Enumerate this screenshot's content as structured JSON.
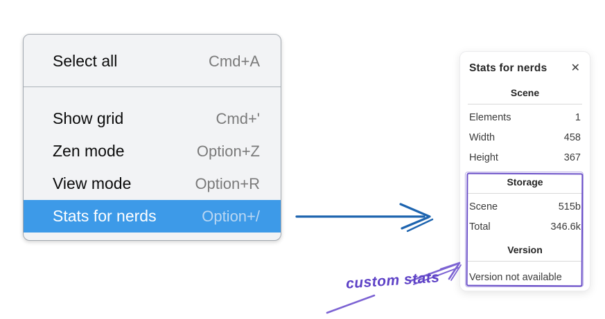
{
  "menu": {
    "items": [
      {
        "label": "Select all",
        "shortcut": "Cmd+A"
      },
      {
        "label": "Show grid",
        "shortcut": "Cmd+'"
      },
      {
        "label": "Zen mode",
        "shortcut": "Option+Z"
      },
      {
        "label": "View mode",
        "shortcut": "Option+R"
      },
      {
        "label": "Stats for nerds",
        "shortcut": "Option+/"
      }
    ],
    "highlighted_item": "Stats for nerds"
  },
  "panel": {
    "title": "Stats for nerds",
    "close": "✕",
    "scene": {
      "heading": "Scene",
      "rows": [
        {
          "label": "Elements",
          "value": "1"
        },
        {
          "label": "Width",
          "value": "458"
        },
        {
          "label": "Height",
          "value": "367"
        }
      ]
    },
    "storage": {
      "heading": "Storage",
      "rows": [
        {
          "label": "Scene",
          "value": "515b"
        },
        {
          "label": "Total",
          "value": "346.6k"
        }
      ]
    },
    "version": {
      "heading": "Version",
      "note": "Version not available"
    }
  },
  "annotation": {
    "label": "custom stats"
  },
  "colors": {
    "menu_background": "#f2f3f5",
    "menu_highlight": "#3d9ae8",
    "highlight_shortcut": "#b9d7f3",
    "arrow_blue": "#1d64af",
    "annotation_purple": "#6a4fc8"
  }
}
